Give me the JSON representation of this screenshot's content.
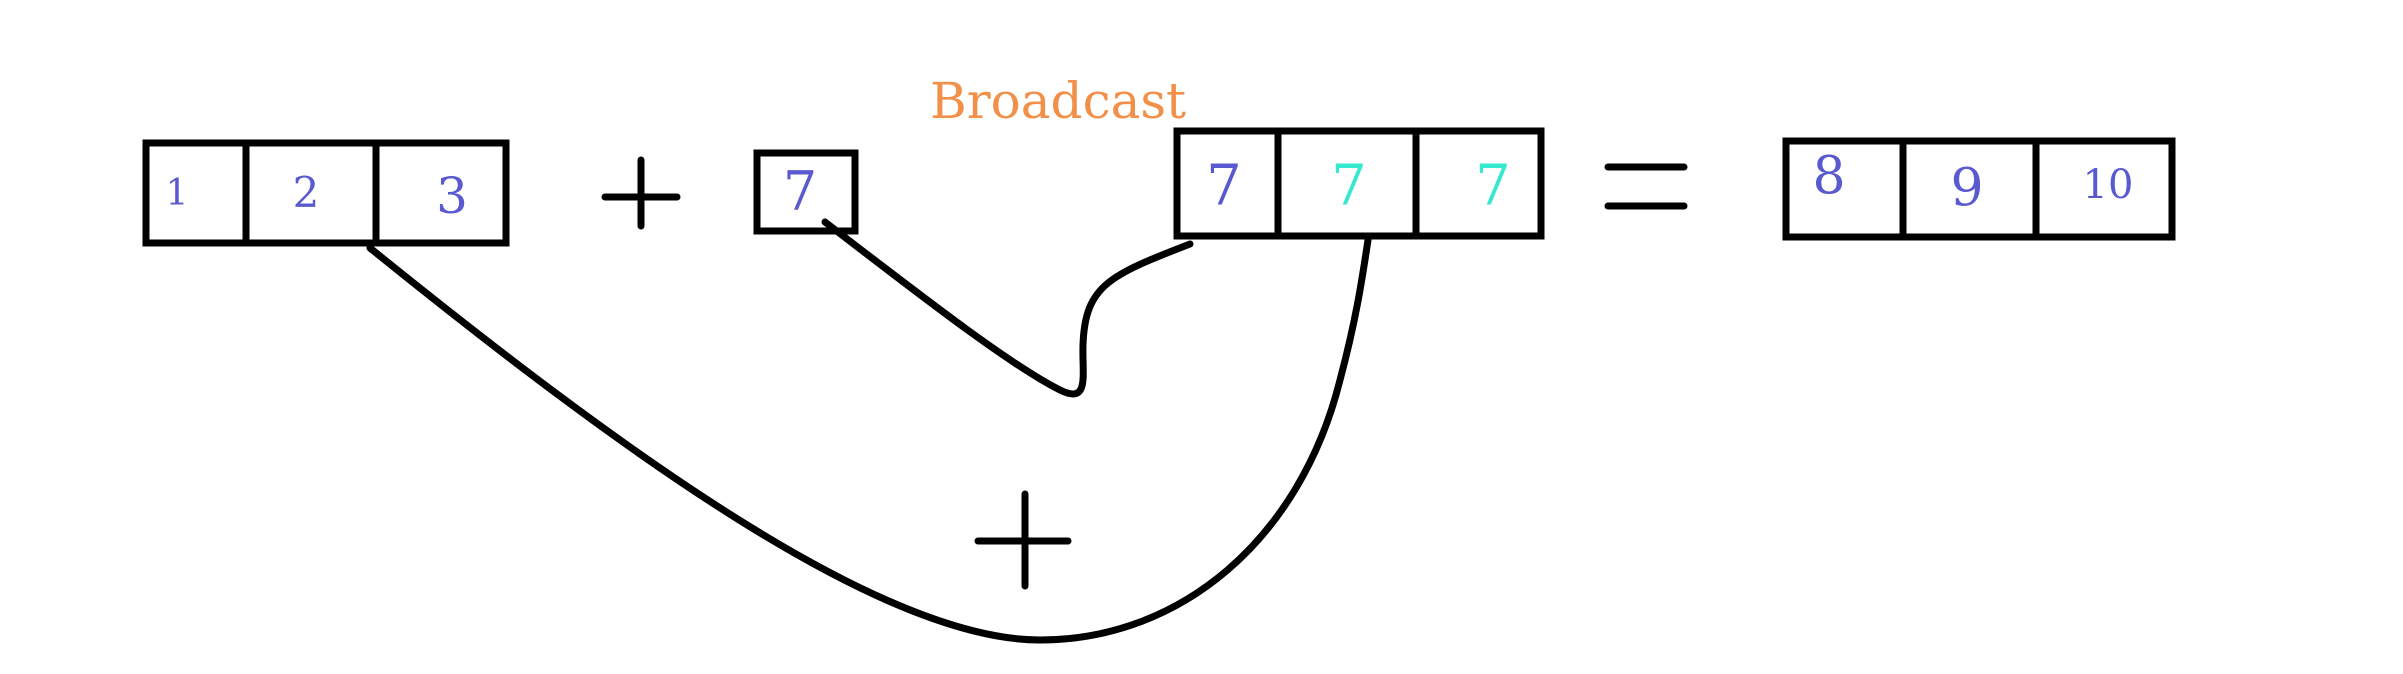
{
  "label": "Broadcast",
  "colors": {
    "label": "#f2904a",
    "value": "#5a5ad0",
    "broadcast_value": "#35e8d0",
    "stroke": "#000000",
    "background": "#ffffff"
  },
  "left_array": [
    "1",
    "2",
    "3"
  ],
  "scalar": "7",
  "broadcast_array": [
    "7",
    "7",
    "7"
  ],
  "result_array": [
    "8",
    "9",
    "10"
  ],
  "operators": {
    "plus": "+",
    "equals": "="
  }
}
